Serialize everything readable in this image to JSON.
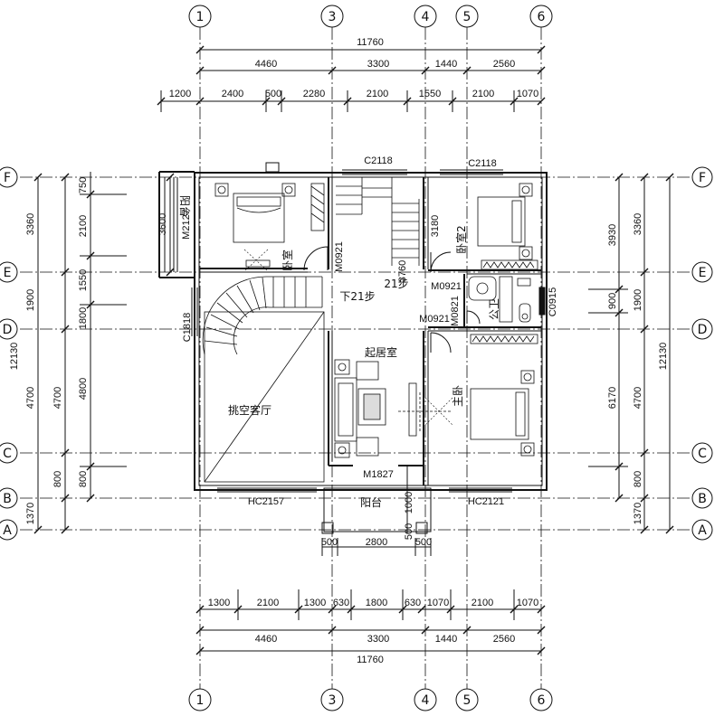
{
  "axes": {
    "vertical": [
      "1",
      "3",
      "4",
      "5",
      "6"
    ],
    "horizontal": [
      "F",
      "E",
      "D",
      "C",
      "B",
      "A"
    ]
  },
  "dims": {
    "top_total": "11760",
    "top_mid": [
      "4460",
      "3300",
      "1440",
      "2560"
    ],
    "top_detail": [
      "1200",
      "2400",
      "500",
      "2280",
      "2100",
      "1550",
      "2100",
      "1070"
    ],
    "bottom_detail": [
      "1300",
      "2100",
      "1300",
      "630",
      "1800",
      "630",
      "1070",
      "2100",
      "1070"
    ],
    "bottom_mid": [
      "4460",
      "3300",
      "1440",
      "2560"
    ],
    "bottom_total": "11760",
    "left_outer": [
      "3360",
      "1900",
      "4700",
      "1370"
    ],
    "left_total": "12130",
    "left_inner": [
      "750",
      "2100",
      "1550",
      "1800",
      "4800",
      "800"
    ],
    "left_3600": "3600",
    "right_outer": [
      "3360",
      "1900",
      "4700",
      "1370"
    ],
    "right_total": "12130",
    "right_inner_a": [
      "3930",
      "900",
      "6170",
      "800"
    ],
    "balcony_bottom": [
      "500",
      "2800",
      "500"
    ],
    "balcony_side": [
      "1000",
      "500"
    ]
  },
  "rooms": {
    "bedroom_w": "卧室",
    "bedroom2": "卧室2",
    "balcony_left": "阳台",
    "living": "起居室",
    "hall": "挑空客厅",
    "master": "主卧",
    "toilet": "公卫",
    "balcony_bottom": "阳台",
    "stair_down": "下21步",
    "stair_up": "21步"
  },
  "labels": {
    "C2118_a": "C2118",
    "C2118_b": "C2118",
    "M2127": "M2127",
    "M0921_a": "M0921",
    "M0921_b": "M0921",
    "M0921_c": "M0921",
    "M0821": "M0821",
    "C0915": "C0915",
    "C1818": "C1818",
    "HC2157": "HC2157",
    "HC2121": "HC2121",
    "M1827": "M1827",
    "n3180": "3180",
    "n3760": "3760"
  }
}
